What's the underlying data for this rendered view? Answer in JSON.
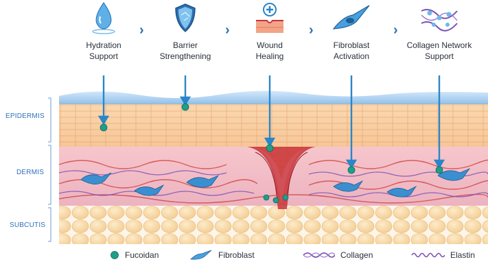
{
  "steps": [
    {
      "line1": "Hydration",
      "line2": "Support",
      "icon": "water-drop-icon"
    },
    {
      "line1": "Barrier",
      "line2": "Strengthening",
      "icon": "shield-icon"
    },
    {
      "line1": "Wound",
      "line2": "Healing",
      "icon": "wound-healing-icon"
    },
    {
      "line1": "Fibroblast",
      "line2": "Activation",
      "icon": "fibroblast-icon"
    },
    {
      "line1": "Collagen Network",
      "line2": "Support",
      "icon": "collagen-network-icon"
    }
  ],
  "layers": {
    "epidermis": "EPIDERMIS",
    "dermis": "DERMIS",
    "subcutis": "SUBCUTIS"
  },
  "legend": {
    "fucoidan": "Fucoidan",
    "fibroblast": "Fibroblast",
    "collagen": "Collagen",
    "elastin": "Elastin"
  },
  "colors": {
    "accent": "#2b6fb3",
    "fucoidan": "#1f9e8a",
    "epidermis": "#f6c79a",
    "dermis": "#f3c6cc",
    "subcutis": "#f7d9a8",
    "collagen": "#d24a4a",
    "elastin": "#7b4fb3"
  }
}
